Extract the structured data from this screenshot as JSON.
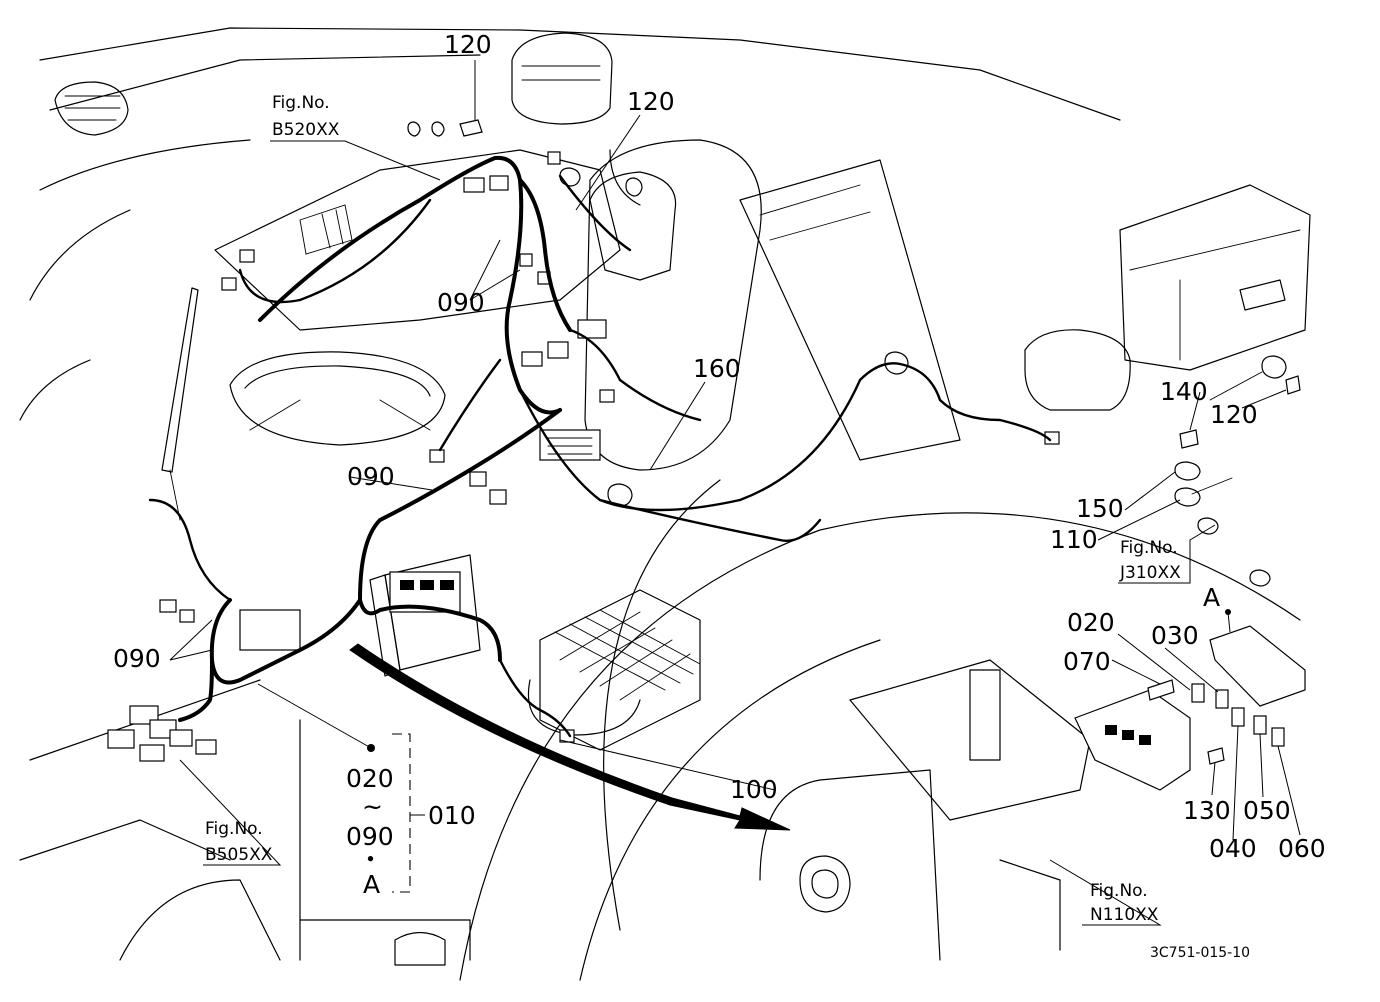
{
  "callouts": {
    "c120_top": "120",
    "c120_mid": "120",
    "c120_right": "120",
    "c090_a": "090",
    "c090_b": "090",
    "c090_c": "090",
    "c160": "160",
    "c140": "140",
    "c150": "150",
    "c110": "110",
    "c020_right": "020",
    "c030": "030",
    "c070": "070",
    "c130": "130",
    "c040": "040",
    "c050": "050",
    "c060": "060",
    "c100": "100",
    "c010": "010",
    "range_start": "020",
    "range_tilde": "~",
    "range_end": "090",
    "range_dot": "・",
    "range_suffix": "A",
    "label_A": "A"
  },
  "figure_refs": {
    "b520": {
      "line1": "Fig.No.",
      "line2": "B520XX"
    },
    "j310": {
      "line1": "Fig.No.",
      "line2": "J310XX"
    },
    "b505": {
      "line1": "Fig.No.",
      "line2": "B505XX"
    },
    "n110": {
      "line1": "Fig.No.",
      "line2": "N110XX"
    }
  },
  "drawing_code": "3C751-015-10"
}
